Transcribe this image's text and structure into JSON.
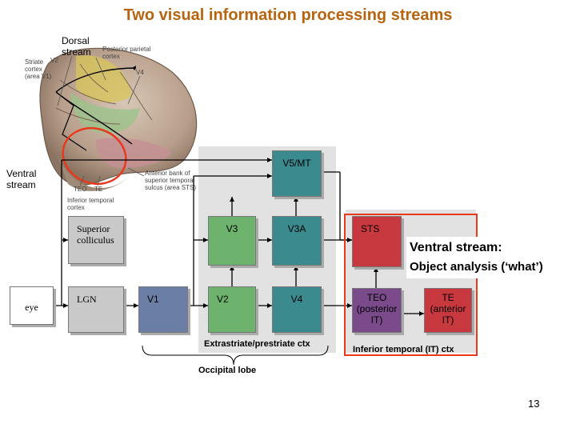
{
  "title": "Two visual information processing streams",
  "brain": {
    "dorsal_label": "Dorsal\nstream",
    "ventral_label": "Ventral\nstream",
    "ann_striate": "Striate\ncortex\n(area V1)",
    "ann_v2": "V2",
    "ann_posterior_parietal": "Posterior parietal\ncortex",
    "ann_v4": "V4",
    "ann_anterior_bank": "Anterior bank of\nsuperior temporal\nsulcus (area STS)",
    "ann_teo": "TEO",
    "ann_te": "TE",
    "ann_inferior_temporal": "Inferior temporal\ncortex"
  },
  "boxes": {
    "eye": "eye",
    "superior_colliculus": "Superior\ncolliculus",
    "lgn": "LGN",
    "v1": "V1",
    "v2": "V2",
    "v3": "V3",
    "v3a": "V3A",
    "v4": "V4",
    "v5mt": "V5/MT",
    "sts": "STS",
    "teo": "TEO\n(posterior\nIT)",
    "te": "TE\n(anterior\nIT)"
  },
  "labels": {
    "extrastriate": "Extrastriate/prestriate ctx",
    "inferior_temporal": "Inferior temporal (IT) ctx",
    "occipital": "Occipital lobe",
    "ventral_line1": "Ventral stream:",
    "ventral_line2": "Object analysis (‘what’)"
  },
  "page_number": "13",
  "colors": {
    "title": "#b8640f",
    "highlight": "#e8391c",
    "v1": "#6b7fa6",
    "v2_v3": "#6db36d",
    "v3a_v4_v5": "#3a8a8e",
    "sts": "#c8383f",
    "teo": "#7a4a8a",
    "te": "#c8383f"
  }
}
